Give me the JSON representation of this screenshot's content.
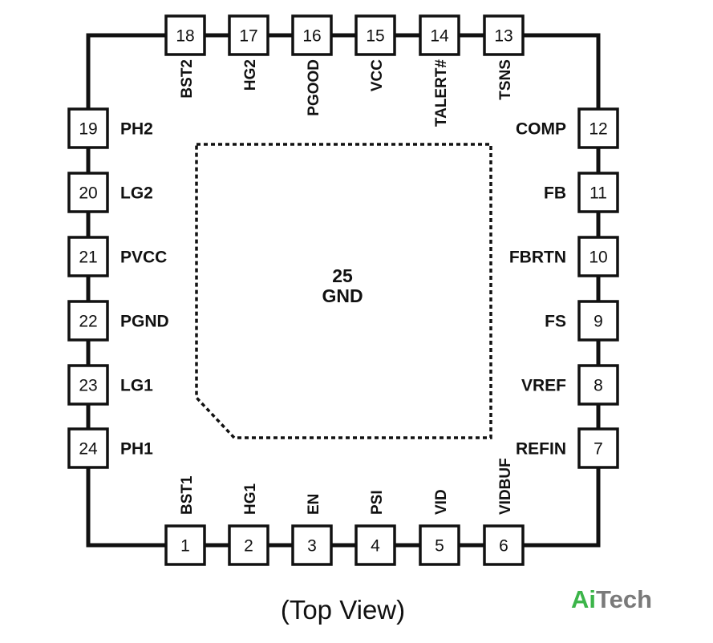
{
  "pins": {
    "top": [
      {
        "num": "18",
        "label": "BST2"
      },
      {
        "num": "17",
        "label": "HG2"
      },
      {
        "num": "16",
        "label": "PGOOD"
      },
      {
        "num": "15",
        "label": "VCC"
      },
      {
        "num": "14",
        "label": "TALERT#"
      },
      {
        "num": "13",
        "label": "TSNS"
      }
    ],
    "bottom": [
      {
        "num": "1",
        "label": "BST1"
      },
      {
        "num": "2",
        "label": "HG1"
      },
      {
        "num": "3",
        "label": "EN"
      },
      {
        "num": "4",
        "label": "PSI"
      },
      {
        "num": "5",
        "label": "VID"
      },
      {
        "num": "6",
        "label": "VIDBUF"
      }
    ],
    "left": [
      {
        "num": "19",
        "label": "PH2"
      },
      {
        "num": "20",
        "label": "LG2"
      },
      {
        "num": "21",
        "label": "PVCC"
      },
      {
        "num": "22",
        "label": "PGND"
      },
      {
        "num": "23",
        "label": "LG1"
      },
      {
        "num": "24",
        "label": "PH1"
      }
    ],
    "right": [
      {
        "num": "12",
        "label": "COMP"
      },
      {
        "num": "11",
        "label": "FB"
      },
      {
        "num": "10",
        "label": "FBRTN"
      },
      {
        "num": "9",
        "label": "FS"
      },
      {
        "num": "8",
        "label": "VREF"
      },
      {
        "num": "7",
        "label": "REFIN"
      }
    ]
  },
  "pad": {
    "num": "25",
    "label": "GND"
  },
  "caption": "(Top View)",
  "logo": {
    "part1": "Ai",
    "part2": "Tech",
    "color1": "#3cb54a",
    "color2": "#7a7a7a"
  }
}
